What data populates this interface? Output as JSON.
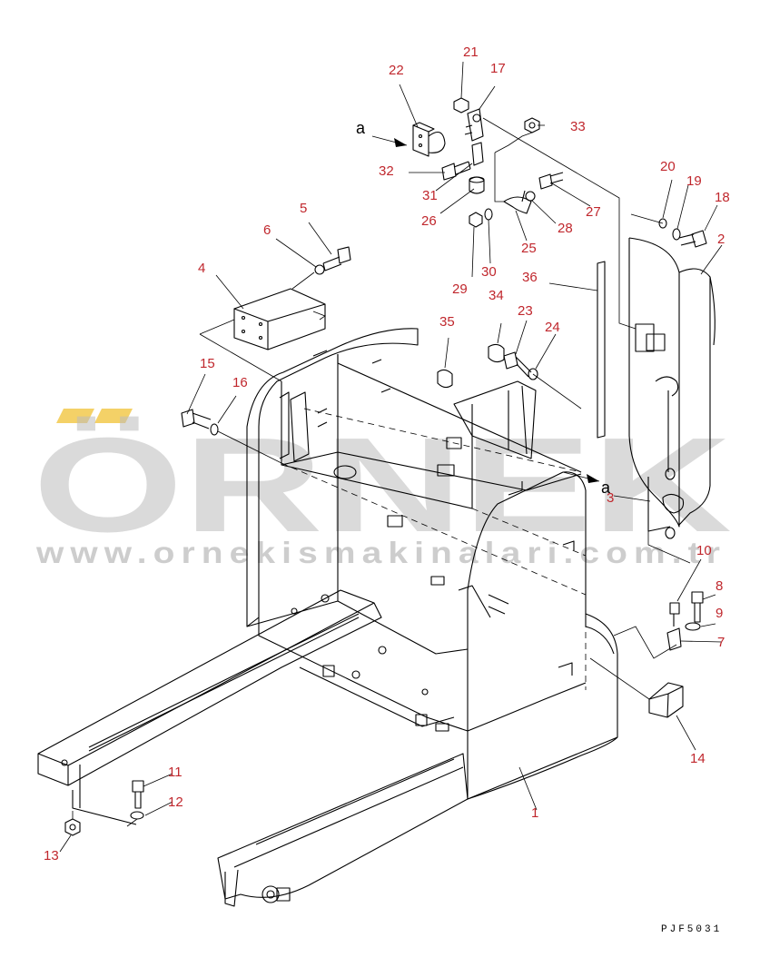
{
  "watermark": {
    "brand": "ÖRNEK",
    "url": "www.ornekismakinalari.com.tr",
    "accent_color": "#f2c94c"
  },
  "drawing_code": "PJF5031",
  "view_marker": "a",
  "callouts": [
    "1",
    "2",
    "3",
    "4",
    "5",
    "6",
    "7",
    "8",
    "9",
    "10",
    "11",
    "12",
    "13",
    "14",
    "15",
    "16",
    "17",
    "18",
    "19",
    "20",
    "21",
    "22",
    "23",
    "24",
    "25",
    "26",
    "27",
    "28",
    "29",
    "30",
    "31",
    "32",
    "33",
    "34",
    "35",
    "36"
  ],
  "colors": {
    "label": "#c0272d",
    "line": "#000000",
    "watermark": "#bdbdbd"
  }
}
